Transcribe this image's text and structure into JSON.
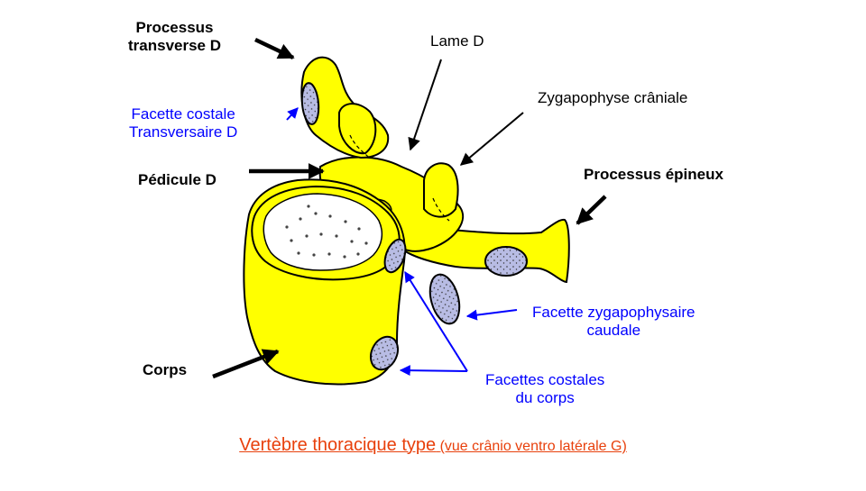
{
  "labels": {
    "processus_transverse": [
      "Processus",
      "transverse D"
    ],
    "lame": "Lame D",
    "zygapophyse_craniale": "Zygapophyse crâniale",
    "facette_costale_transversaire": [
      "Facette costale",
      "Transversaire D"
    ],
    "pedicule": "Pédicule D",
    "processus_epineux": "Processus épineux",
    "facette_zygapophysaire_caudale": [
      "Facette zygapophysaire",
      "caudale"
    ],
    "corps": "Corps",
    "facettes_costales_corps": [
      "Facettes costales",
      "du corps"
    ]
  },
  "caption": {
    "main": "Vertèbre thoracique type",
    "sub": "(vue crânio ventro latérale G)"
  },
  "colors": {
    "bone": "#ffff00",
    "facet": "#b8bce4",
    "outline": "#000000",
    "label_blue": "#0000ff",
    "caption": "#e8400c"
  }
}
